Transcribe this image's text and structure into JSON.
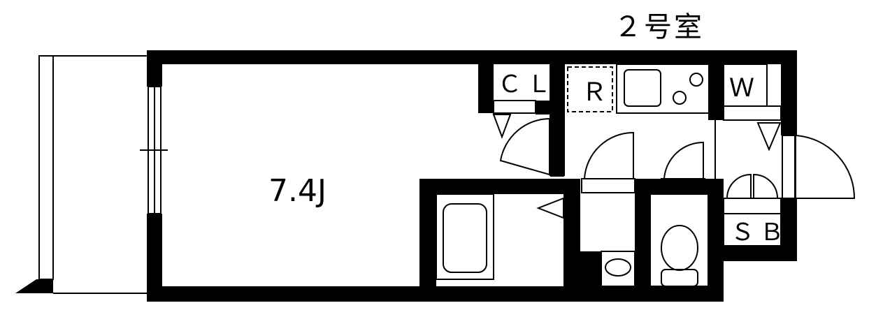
{
  "title": "２号室",
  "labels": {
    "main_room": "7.4J",
    "closet": "ＣＬ",
    "refrigerator": "Ｒ",
    "washer": "Ｗ",
    "shoe_box": "ＳＢ"
  },
  "colors": {
    "wall": "#000000",
    "background": "#ffffff"
  }
}
